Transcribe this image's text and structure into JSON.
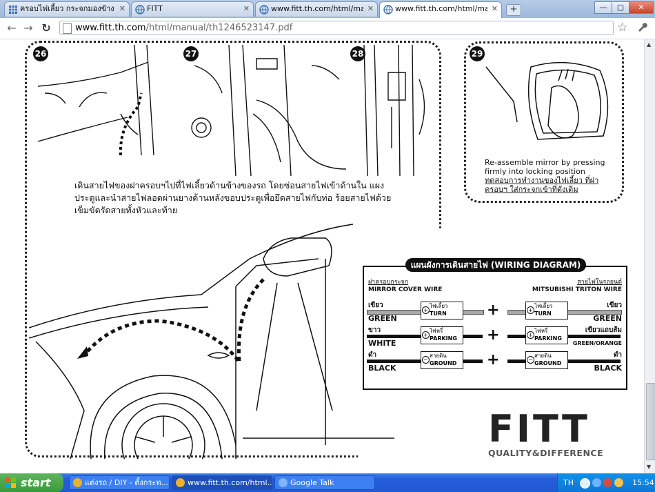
{
  "browser": {
    "tabs": [
      {
        "label": "ครอบไฟเลี้ยว กระจกมองข้าง",
        "active": false
      },
      {
        "label": "FITT",
        "active": false
      },
      {
        "label": "www.fitt.th.com/html/manual/",
        "active": false
      },
      {
        "label": "www.fitt.th.com/html/manual/",
        "active": true
      }
    ],
    "new_tab": "+",
    "window_buttons": {
      "minimize": "—",
      "maximize": "▢",
      "close": "✕"
    },
    "back": "←",
    "forward": "→",
    "reload": "↻",
    "url_host": "www.fitt.th.com",
    "url_path": "/html/manual/th1246523147.pdf",
    "star": "☆",
    "wrench": "🔧"
  },
  "manual": {
    "steps": [
      "26",
      "27",
      "28",
      "29"
    ],
    "instruction_thai": "เดินสายไฟของฝาครอบฯไปที่ไฟเลี้ยวด้านข้างของรถ โดยซ่อนสายไฟเข้าด้านใน แผงประตูและนำสายไฟลอดผ่านยางด้านหลังขอบประตูเพื่อยึดสายไฟกับท่อ ร้อยสายไฟด้วยเข็มขัดรัดสายทั้งหัวและท้าย",
    "step29_caption_en": "Re-assemble mirror by pressing firmly into locking position",
    "step29_caption_th": "ทดสอบการทำงานของไฟเลี้ยว ที่ฝาครอบฯ ใส่กระจกเข้าที่ดังเดิม",
    "wiring_diagram": {
      "title": "แผนผังการเดินสายไฟ (WIRING DIAGRAM)",
      "left_header_th": "ฝาครอบกระจก",
      "left_header_en": "MIRROR COVER WIRE",
      "right_header_th": "สายไฟในรถยนต์",
      "right_header_en": "MITSUBISHI TRITON WIRE",
      "rows": [
        {
          "left_th": "เขียว",
          "left_en": "GREEN",
          "conn_th": "ไฟเลี้ยว",
          "conn_en": "TURN",
          "sym": "+",
          "right_th": "เขียว",
          "right_en": "GREEN",
          "plus": "+",
          "wire_color": "#a9a9a9",
          "right_wire_color": "#a9a9a9"
        },
        {
          "left_th": "ขาว",
          "left_en": "WHITE",
          "conn_th": "ไฟหรี่",
          "conn_en": "PARKING",
          "sym": "+",
          "right_th": "เขียวแถบส้ม",
          "right_en": "GREEN/ORANGE",
          "plus": "+",
          "wire_color": "#111111",
          "right_wire_color": "#111111"
        },
        {
          "left_th": "ดำ",
          "left_en": "BLACK",
          "conn_th": "สายดิน",
          "conn_en": "GROUND",
          "sym": "−",
          "right_th": "ดำ",
          "right_en": "BLACK",
          "plus": "+",
          "wire_color": "#111111",
          "right_wire_color": "#111111"
        }
      ]
    },
    "brand": "FITT",
    "tagline": "QUALITY&DIFFERENCE"
  },
  "taskbar": {
    "start": "start",
    "tasks": [
      {
        "label": "แต่งรถ / DIY - ตั้งกระท...",
        "icon_color": "#e8b22a",
        "active": false
      },
      {
        "label": "www.fitt.th.com/html...",
        "icon_color": "#e8b22a",
        "active": true
      },
      {
        "label": "Google Talk",
        "icon_color": "#7fb6ff",
        "active": false
      }
    ],
    "lang": "TH",
    "clock": "15:54"
  },
  "colors": {
    "accent": "#245edb",
    "diagram_ink": "#111111"
  }
}
